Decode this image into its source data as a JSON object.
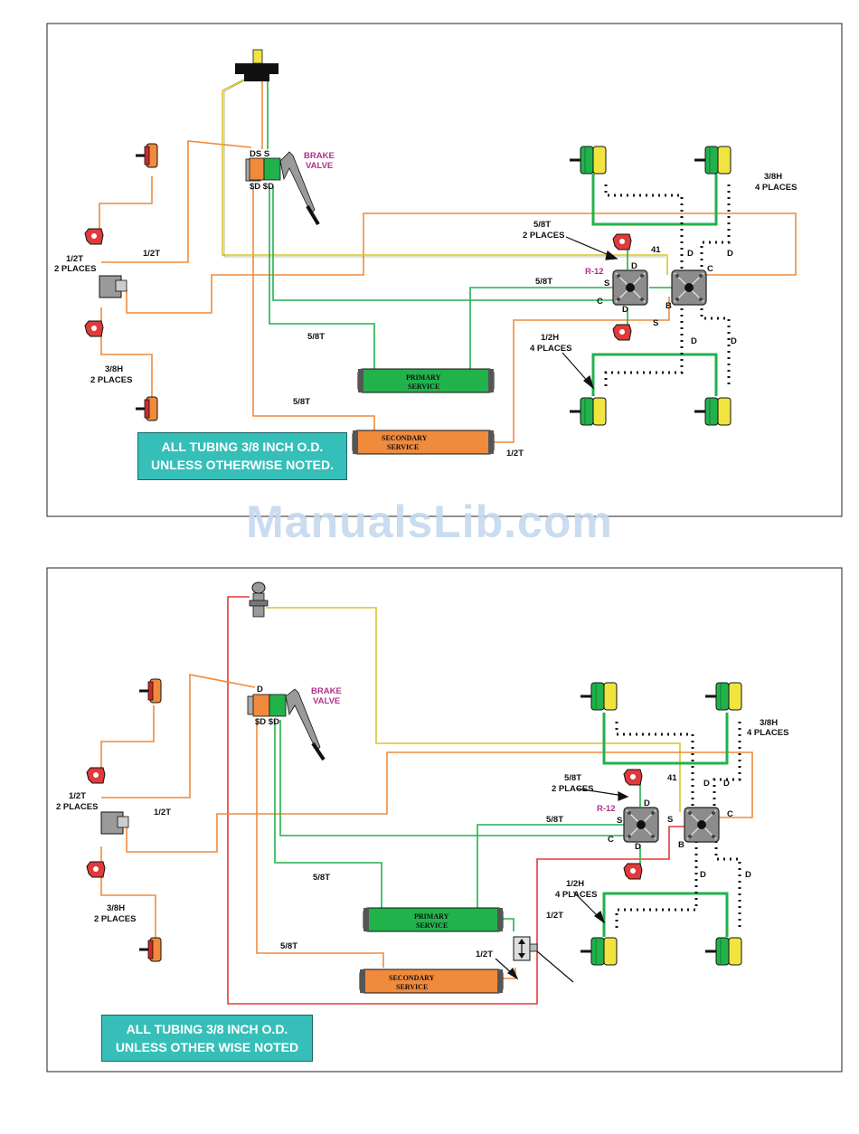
{
  "diagram1": {
    "brake_valve_label": [
      "BRAKE",
      "VALVE"
    ],
    "valve_ports_top": "DS S",
    "valve_ports_bottom": "$D  $D",
    "labels": {
      "half_t_2places": [
        "1/2T",
        "2 PLACES"
      ],
      "half_t": "1/2T",
      "three_eighths_h_2places": [
        "3/8H",
        "2 PLACES"
      ],
      "five_eighths_t_a": "5/8T",
      "five_eighths_t_b": "5/8T",
      "five_eighths_t_c": "5/8T",
      "five_eighths_t_2places": [
        "5/8T",
        "2 PLACES"
      ],
      "r12": "R-12",
      "three_eighths_h_4places": [
        "3/8H",
        "4 PLACES"
      ],
      "half_h_4places": [
        "1/2H",
        "4 PLACES"
      ],
      "half_t_bottom": "1/2T",
      "n41": "41",
      "port_s": "S",
      "port_c": "C",
      "port_d": "D",
      "port_b": "B",
      "port_s2": "S",
      "port_c2": "C",
      "port_d2": "D",
      "d1": "D",
      "d2": "D",
      "d3": "D",
      "d4": "D"
    },
    "primary_tank": [
      "PRIMARY",
      "SERVICE"
    ],
    "secondary_tank": [
      "SECONDARY",
      "SERVICE"
    ],
    "note": [
      "ALL TUBING 3/8 INCH O.D.",
      "UNLESS OTHERWISE NOTED."
    ]
  },
  "diagram2": {
    "brake_valve_label": [
      "BRAKE",
      "VALVE"
    ],
    "valve_ports_top": "D",
    "valve_ports_bottom": "$D  $D",
    "labels": {
      "half_t_2places": [
        "1/2T",
        "2 PLACES"
      ],
      "half_t": "1/2T",
      "three_eighths_h_2places": [
        "3/8H",
        "2 PLACES"
      ],
      "five_eighths_t_a": "5/8T",
      "five_eighths_t_b": "5/8T",
      "five_eighths_t_c": "5/8T",
      "five_eighths_t_2places": [
        "5/8T",
        "2 PLACES"
      ],
      "r12": "R-12",
      "three_eighths_h_4places": [
        "3/8H",
        "4 PLACES"
      ],
      "half_h_4places": [
        "1/2H",
        "4 PLACES"
      ],
      "half_t_a": "1/2T",
      "half_t_b": "1/2T",
      "n41": "41",
      "port_s": "S",
      "port_c": "C",
      "port_d": "D",
      "port_b": "B",
      "port_s2": "S",
      "port_c2": "C",
      "port_d2": "D",
      "d1": "D",
      "d2": "D",
      "d3": "D",
      "d4": "D"
    },
    "primary_tank": [
      "PRIMARY",
      "SERVICE"
    ],
    "secondary_tank": [
      "SECONDARY",
      "SERVICE"
    ],
    "note": [
      "ALL TUBING 3/8 INCH O.D.",
      "UNLESS OTHER WISE NOTED"
    ]
  },
  "watermark": "ManualsLib.com",
  "colors": {
    "orange": "#f08a3c",
    "green": "#22b24c",
    "yellow": "#e8d84a",
    "red": "#e03a3a",
    "note_bg": "#36bfb8",
    "magenta": "#b0308a"
  }
}
